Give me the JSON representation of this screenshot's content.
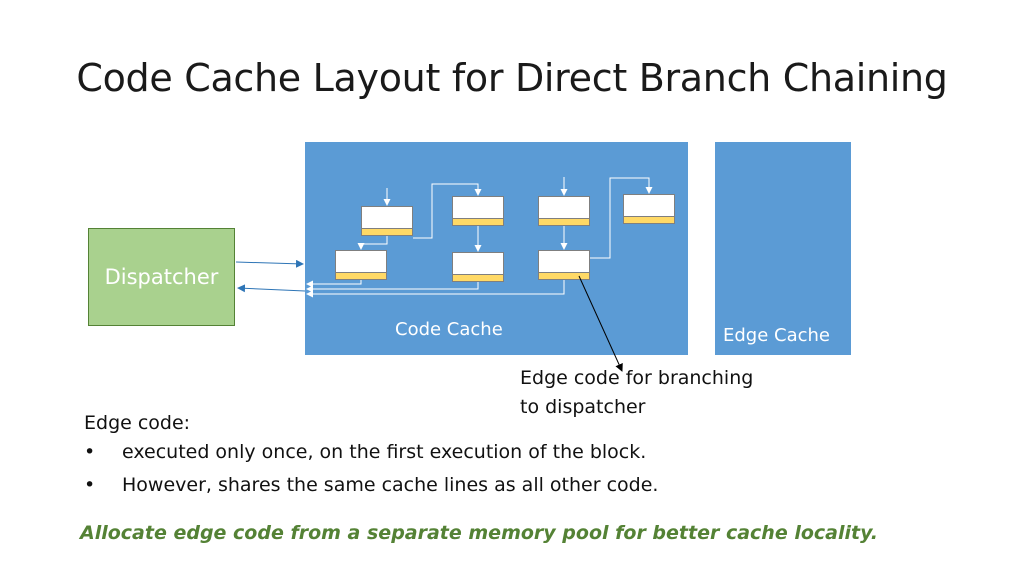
{
  "slide": {
    "title": "Code Cache Layout for Direct Branch Chaining"
  },
  "diagram": {
    "dispatcher_label": "Dispatcher",
    "code_cache_label": "Code Cache",
    "edge_cache_label": "Edge Cache",
    "callout_line1": "Edge code for branching",
    "callout_line2": "to dispatcher"
  },
  "notes": {
    "lead": "Edge code:",
    "bullets": [
      "executed only once, on the first execution of the block.",
      "However, shares the same cache lines as all other code."
    ],
    "bullet_glyph": "•"
  },
  "conclusion": "Allocate edge code from a separate memory pool for better cache locality.",
  "colors": {
    "cache_blue": "#5b9bd5",
    "dispatcher_green": "#a9d18e",
    "edge_yellow": "#ffd966",
    "conclusion_green": "#548235"
  }
}
